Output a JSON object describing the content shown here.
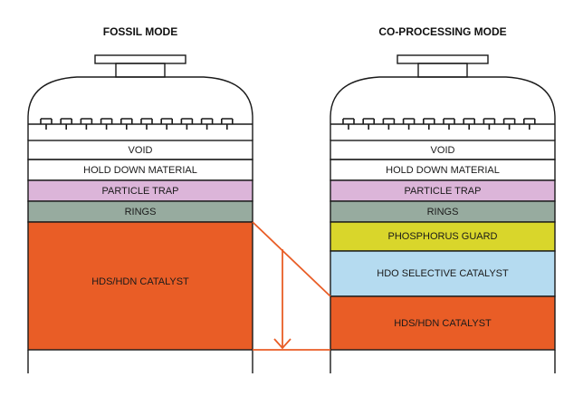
{
  "fossil": {
    "title": "FOSSIL MODE",
    "layers": {
      "void": "VOID",
      "hold_down": "HOLD DOWN MATERIAL",
      "particle_trap": "PARTICLE TRAP",
      "rings": "RINGS",
      "catalyst": "HDS/HDN CATALYST"
    }
  },
  "coprocessing": {
    "title": "CO-PROCESSING MODE",
    "layers": {
      "void": "VOID",
      "hold_down": "HOLD DOWN MATERIAL",
      "particle_trap": "PARTICLE TRAP",
      "rings": "RINGS",
      "phosphorus_guard": "PHOSPHORUS GUARD",
      "hdo_catalyst": "HDO SELECTIVE CATALYST",
      "hds_catalyst": "HDS/HDN CATALYST"
    }
  },
  "colors": {
    "particle_trap": "#dcb5d9",
    "rings": "#97ab9f",
    "hds_catalyst": "#e95d26",
    "phosphorus_guard": "#d9d62b",
    "hdo_catalyst": "#b5dbf0",
    "connector": "#e95d26",
    "outline": "#1a1a1a"
  }
}
